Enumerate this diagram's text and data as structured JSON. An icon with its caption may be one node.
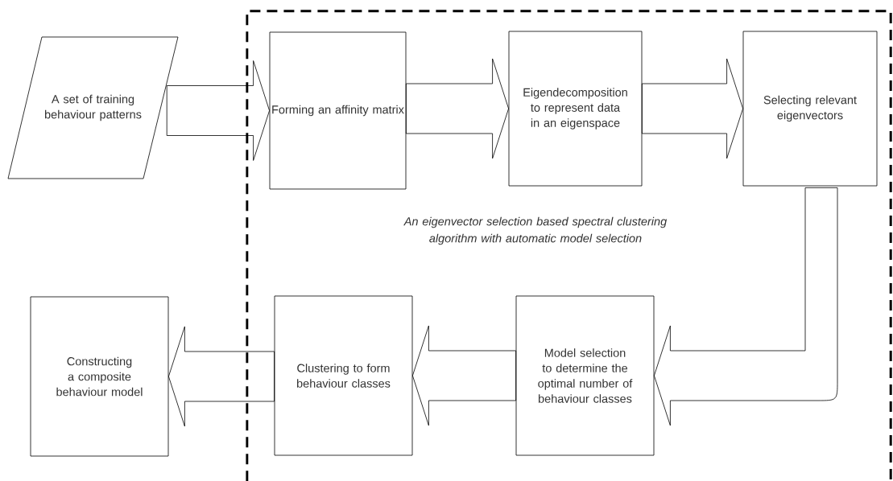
{
  "diagram": {
    "nodes": [
      {
        "text": [
          "An eigenvector selection based spectral clustering algorithm with automatic model selection"
        ]
      },
      {
        "text": [
          "A set of training behaviour patterns"
        ]
      },
      {
        "text": [
          "Forming an affinity matrix"
        ],
        "in": 0
      },
      {
        "text": [
          "Eigendecomposition to represent data in an eigenspace"
        ],
        "in": 0
      },
      {
        "text": [
          "Selecting relevant eigenvectors"
        ],
        "in": 0
      },
      {
        "text": [
          "Model selection to determine the optimal number of behaviour classes"
        ],
        "in": 0
      },
      {
        "text": [
          "Clustering to form behaviour classes"
        ],
        "in": 0
      },
      {
        "text": [
          "Constructing a composite behaviour model"
        ]
      }
    ],
    "edges": [
      {
        "from": 1,
        "to": 2,
        "arrow": "to"
      },
      {
        "from": 2,
        "to": 3,
        "arrow": "to"
      },
      {
        "from": 3,
        "to": 4,
        "arrow": "to"
      },
      {
        "from": 4,
        "to": 5,
        "arrow": "to"
      },
      {
        "from": 5,
        "to": 6,
        "arrow": "to"
      },
      {
        "from": 6,
        "to": 7,
        "arrow": "to"
      }
    ]
  }
}
